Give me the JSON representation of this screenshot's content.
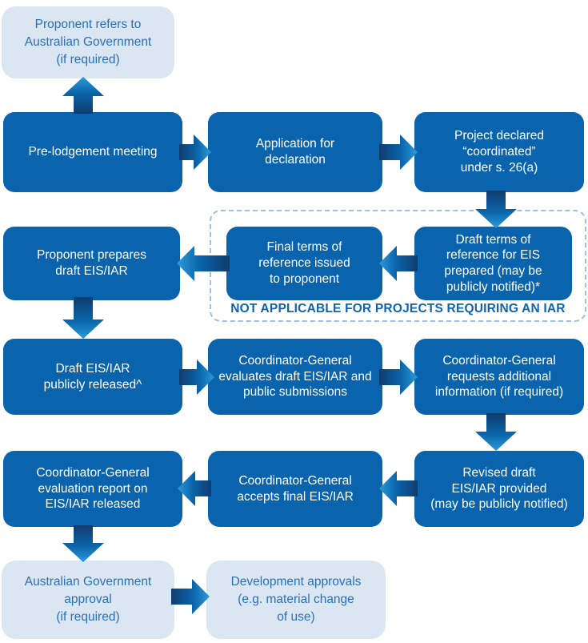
{
  "palette": {
    "box_blue": "#0a63ad",
    "box_text": "#ffffff",
    "light_box_bg": "#dbe6f3",
    "light_box_text": "#2b6fb8",
    "dashed_border": "#9cc1e6",
    "note_text": "#0f63b0",
    "arrow_dark": "#103c6e",
    "arrow_mid": "#0a63a9",
    "arrow_light": "#2b9ada"
  },
  "boxes": {
    "refer_aus_gov": {
      "style": "light",
      "text": "Proponent refers to\nAustralian Government\n(if required)"
    },
    "pre_lodgement": {
      "style": "dark",
      "text": "Pre-lodgement meeting"
    },
    "application": {
      "style": "dark",
      "text": "Application for\ndeclaration"
    },
    "declared": {
      "style": "dark",
      "text": "Project declared\n“coordinated”\nunder s. 26(a)"
    },
    "draft_tor": {
      "style": "dark",
      "text": "Draft terms of\nreference for EIS\nprepared (may be\npublicly notified)*"
    },
    "final_tor": {
      "style": "dark",
      "text": "Final terms of\nreference issued\nto proponent"
    },
    "prepares_draft": {
      "style": "dark",
      "text": "Proponent prepares\ndraft EIS/IAR"
    },
    "draft_released": {
      "style": "dark",
      "text": "Draft EIS/IAR\npublicly released^"
    },
    "evaluates": {
      "style": "dark",
      "text": "Coordinator-General\nevaluates draft EIS/IAR and\npublic submissions"
    },
    "requests_info": {
      "style": "dark",
      "text": "Coordinator-General\nrequests additional\ninformation (if required)"
    },
    "revised_draft": {
      "style": "dark",
      "text": "Revised draft\nEIS/IAR provided\n(may be publicly notified)"
    },
    "accepts_final": {
      "style": "dark",
      "text": "Coordinator-General\naccepts final EIS/IAR"
    },
    "evaluation_report": {
      "style": "dark",
      "text": "Coordinator-General\nevaluation report on\nEIS/IAR released"
    },
    "aus_gov_approval": {
      "style": "light",
      "text": "Australian Government\napproval\n(if required)"
    },
    "dev_approvals": {
      "style": "light",
      "text": "Development approvals\n(e.g. material change\nof use)"
    }
  },
  "dashed_group": {
    "label": "NOT APPLICABLE FOR PROJECTS REQUIRING AN IAR"
  },
  "arrows": [
    {
      "name": "pre-lodgement-to-refer-aus-gov",
      "direction": "up"
    },
    {
      "name": "pre-lodgement-to-application",
      "direction": "right"
    },
    {
      "name": "application-to-declared",
      "direction": "right"
    },
    {
      "name": "declared-to-draft-tor",
      "direction": "down"
    },
    {
      "name": "draft-tor-to-final-tor",
      "direction": "left"
    },
    {
      "name": "final-tor-to-prepares-draft",
      "direction": "left"
    },
    {
      "name": "prepares-draft-to-draft-released",
      "direction": "down"
    },
    {
      "name": "draft-released-to-evaluates",
      "direction": "right"
    },
    {
      "name": "evaluates-to-requests-info",
      "direction": "right"
    },
    {
      "name": "requests-info-to-revised-draft",
      "direction": "down"
    },
    {
      "name": "revised-draft-to-accepts-final",
      "direction": "left"
    },
    {
      "name": "accepts-final-to-evaluation-report",
      "direction": "left"
    },
    {
      "name": "evaluation-report-to-aus-gov-approval",
      "direction": "down"
    },
    {
      "name": "aus-gov-approval-to-dev-approvals",
      "direction": "right"
    }
  ]
}
